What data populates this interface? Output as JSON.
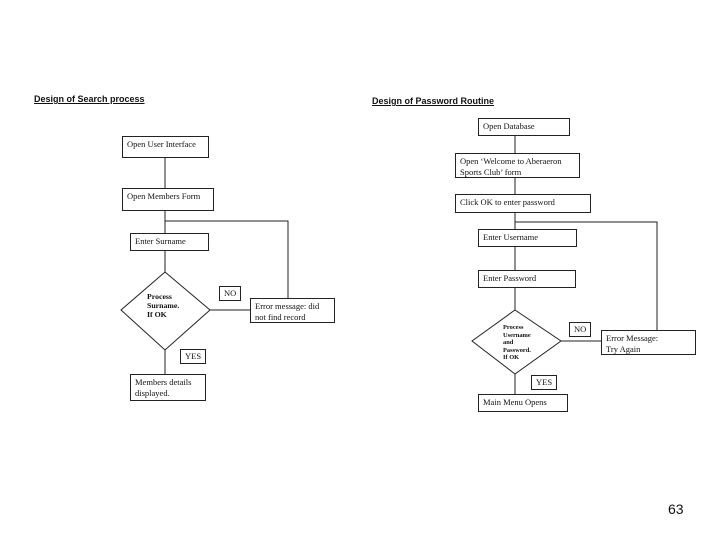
{
  "left": {
    "heading": "Design of Search process",
    "steps": [
      "Open User Interface",
      "Open Members Form",
      "Enter Surname"
    ],
    "decision": "Process\nSurname.\nIf OK",
    "no_label": "NO",
    "yes_label": "YES",
    "error": "Error message: did\nnot find record",
    "result": "Members details\ndisplayed."
  },
  "right": {
    "heading": "Design of Password Routine",
    "steps": [
      "Open Database",
      "Open ‘Welcome to Aberaeron\nSports Club’ form",
      "Click OK to enter password",
      "Enter Username",
      "Enter Password"
    ],
    "decision": "Process\nUsername\nand\nPassword.\nIf OK",
    "no_label": "NO",
    "yes_label": "YES",
    "error": "Error Message:\nTry Again",
    "result": "Main Menu Opens"
  },
  "page_number": "63"
}
